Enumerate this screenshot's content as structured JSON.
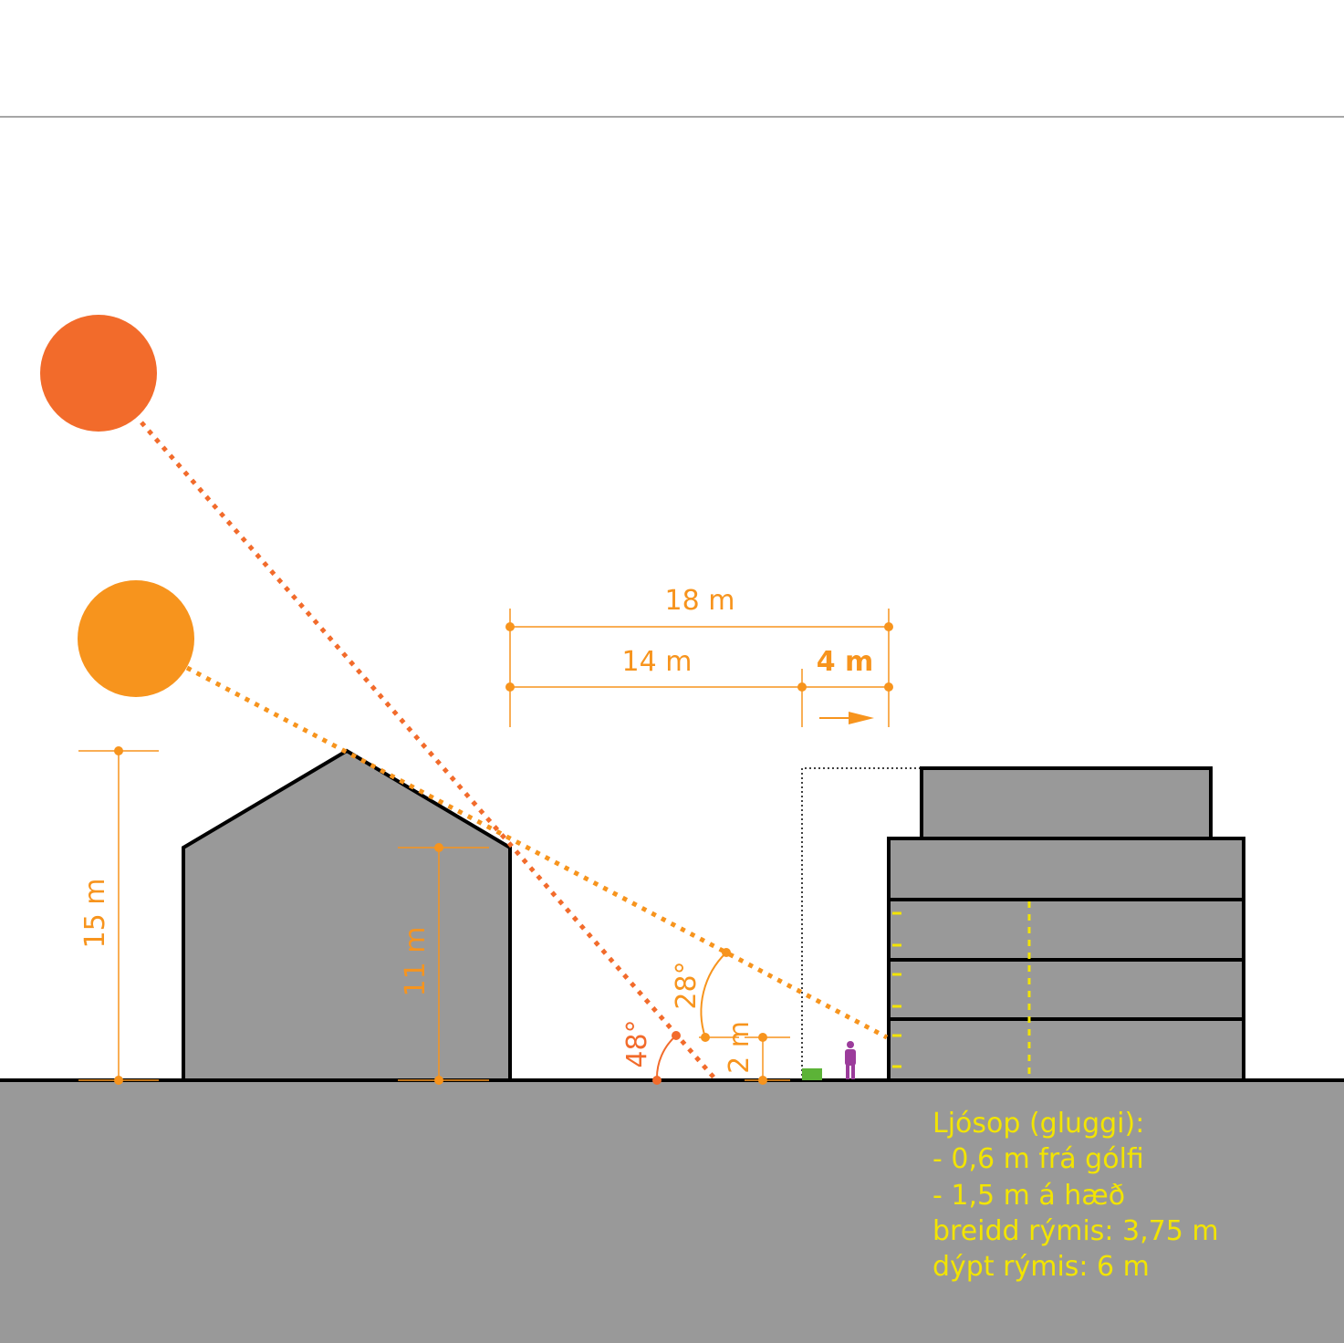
{
  "colors": {
    "ground": "#999999",
    "building": "#999999",
    "outline": "#000000",
    "sun_high": "#f26b2b",
    "sun_low": "#f7941d",
    "dimension": "#f7941d",
    "window_marks": "#f2e400",
    "person": "#9b3c9b",
    "hedge": "#5cb337"
  },
  "icons": {
    "sun_high": "sun-circle",
    "sun_low": "sun-circle",
    "person": "person-silhouette",
    "hedge": "green-box",
    "arrow": "right-arrow"
  },
  "dimensions": {
    "total_distance": "18 m",
    "base_distance": "14 m",
    "extension": "4 m",
    "ridge_height": "15 m",
    "eave_height": "11 m",
    "reference_height": "2 m"
  },
  "angles": {
    "high_sun": "48°",
    "low_sun": "28°"
  },
  "notes": {
    "line1": "Ljósop (gluggi):",
    "line2": "- 0,6 m frá gólfi",
    "line3": "- 1,5 m á hæð",
    "line4": "breidd rýmis: 3,75 m",
    "line5": "dýpt rýmis: 6 m"
  }
}
